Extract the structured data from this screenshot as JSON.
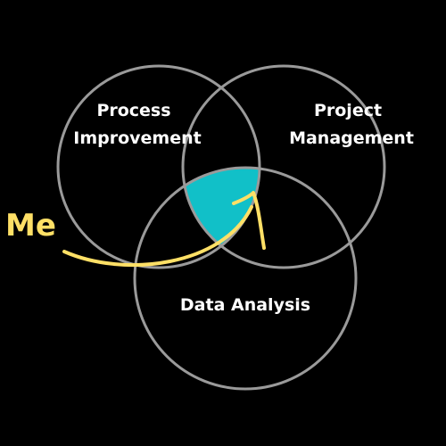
{
  "diagram": {
    "circles": [
      {
        "id": "process",
        "lines": [
          "Process",
          "Improvement"
        ]
      },
      {
        "id": "project",
        "lines": [
          "Project",
          "Management"
        ]
      },
      {
        "id": "data",
        "lines": [
          "Data Analysis"
        ]
      }
    ],
    "pointer_label": "Me",
    "colors": {
      "background": "#000000",
      "circle_stroke": "#9a9a9a",
      "intersection_fill": "#11c0c8",
      "arrow": "#ffe066",
      "text": "#ffffff"
    }
  }
}
